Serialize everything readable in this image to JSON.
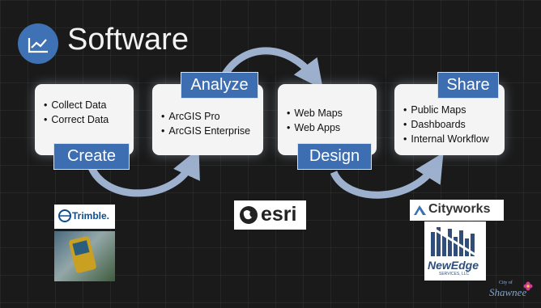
{
  "slide": {
    "title": "Software",
    "title_icon": "chart-line-icon",
    "accent_color": "#3d6eb2"
  },
  "stages": [
    {
      "label": "Create",
      "items": [
        "Collect Data",
        "Correct Data"
      ]
    },
    {
      "label": "Analyze",
      "items": [
        "ArcGIS Pro",
        "ArcGIS Enterprise"
      ]
    },
    {
      "label": "Design",
      "items": [
        "Web Maps",
        "Web Apps"
      ]
    },
    {
      "label": "Share",
      "items": [
        "Public Maps",
        "Dashboards",
        "Internal Workflow"
      ]
    }
  ],
  "logos": {
    "trimble": "Trimble.",
    "esri": "esri",
    "cityworks": "Cityworks",
    "newedge": "NewEdge",
    "newedge_sub": "SERVICES, LLC",
    "city_small": "City of",
    "city": "Shawnee"
  }
}
